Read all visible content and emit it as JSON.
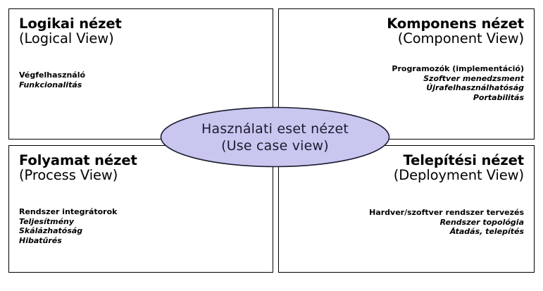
{
  "diagram": {
    "title_internal": "4+1 architectural view model",
    "background_color": "#ffffff",
    "box_border_color": "#000000",
    "ellipse_fill_color": "#C9C6F0",
    "ellipse_stroke_color": "#1b1b2e",
    "ellipse_text_color": "#1b1b2e"
  },
  "quadrants": {
    "logical": {
      "heading_hu": "Logikai nézet",
      "heading_en": "(Logical View)",
      "details": [
        {
          "text": "Végfelhasználó",
          "style": "bold"
        },
        {
          "text": "Funkcionalitás",
          "style": "italic"
        }
      ]
    },
    "component": {
      "heading_hu": "Komponens nézet",
      "heading_en": "(Component View)",
      "details": [
        {
          "text": "Programozók (implementáció)",
          "style": "bold"
        },
        {
          "text": "Szoftver menedzsment",
          "style": "italic"
        },
        {
          "text": "Újrafelhasználhatóság",
          "style": "italic"
        },
        {
          "text": "Portabilitás",
          "style": "italic"
        }
      ]
    },
    "process": {
      "heading_hu": "Folyamat nézet",
      "heading_en": "(Process View)",
      "details": [
        {
          "text": "Rendszer integrátorok",
          "style": "bold"
        },
        {
          "text": "Teljesítmény",
          "style": "italic"
        },
        {
          "text": "Skálázhatóság",
          "style": "italic"
        },
        {
          "text": "Hibatűrés",
          "style": "italic"
        }
      ]
    },
    "deployment": {
      "heading_hu": "Telepítési nézet",
      "heading_en": "(Deployment View)",
      "details": [
        {
          "text": "Hardver/szoftver rendszer tervezés",
          "style": "bold"
        },
        {
          "text": "Rendszer topológia",
          "style": "italic"
        },
        {
          "text": "Átadás, telepítés",
          "style": "italic"
        }
      ]
    }
  },
  "center": {
    "line1": "Használati eset nézet",
    "line2": "(Use case view)"
  }
}
